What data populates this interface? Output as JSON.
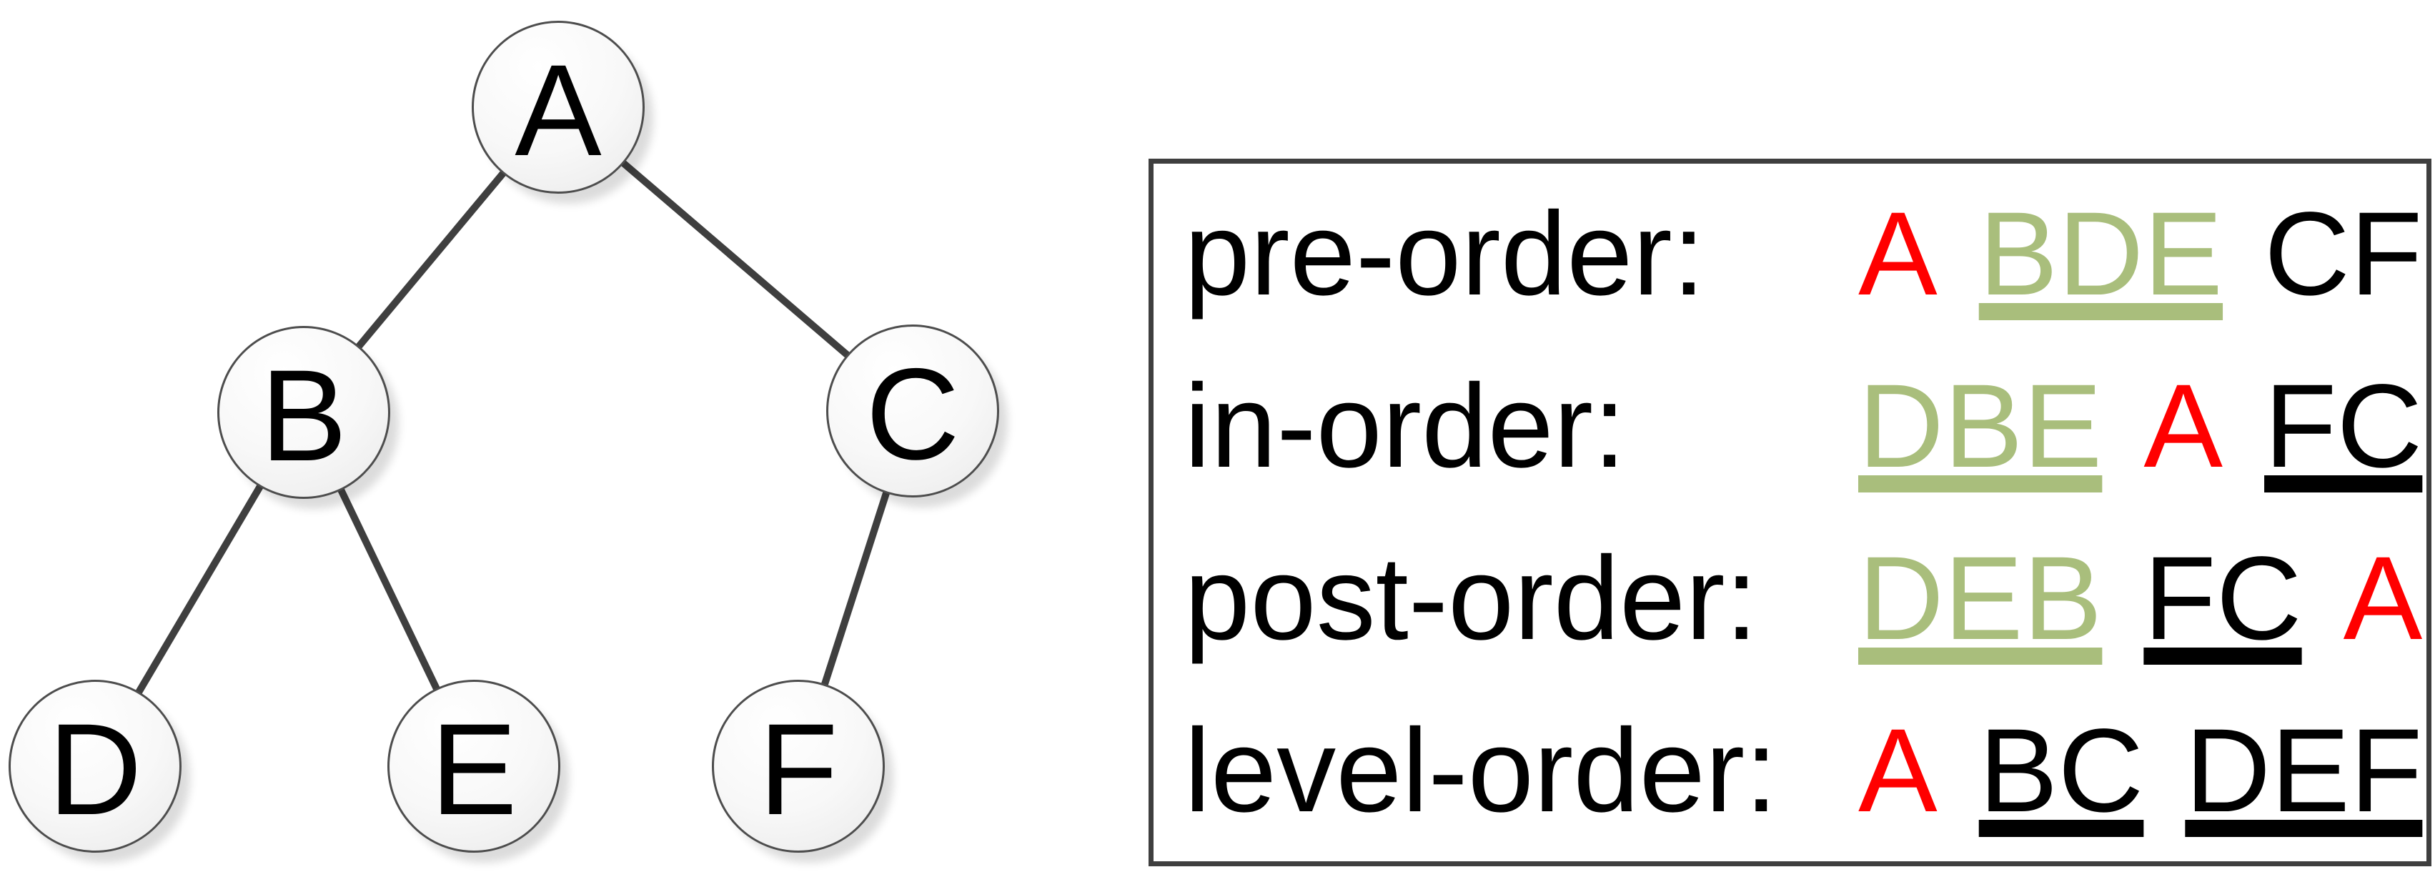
{
  "colors": {
    "red": "#ff0000",
    "olive": "#a9be7c",
    "black": "#000000",
    "edge": "#3f3f3f",
    "node_border": "#4d4d4d",
    "panel_border": "#3f3f3f"
  },
  "tree": {
    "nodes": [
      "A",
      "B",
      "C",
      "D",
      "E",
      "F"
    ],
    "edges": [
      [
        "A",
        "B"
      ],
      [
        "A",
        "C"
      ],
      [
        "B",
        "D"
      ],
      [
        "B",
        "E"
      ],
      [
        "C",
        "F"
      ]
    ]
  },
  "panel": {
    "rows": [
      {
        "label": "pre-order:",
        "groups": [
          {
            "text": "A",
            "color": "red",
            "underline": false
          },
          {
            "text": "BDE",
            "color": "olive",
            "underline": true
          },
          {
            "text": "CF",
            "color": "black",
            "underline": false
          }
        ]
      },
      {
        "label": "in-order:",
        "groups": [
          {
            "text": "DBE",
            "color": "olive",
            "underline": true
          },
          {
            "text": "A",
            "color": "red",
            "underline": false
          },
          {
            "text": "FC",
            "color": "black",
            "underline": true
          }
        ]
      },
      {
        "label": "post-order:",
        "groups": [
          {
            "text": "DEB",
            "color": "olive",
            "underline": true
          },
          {
            "text": "FC",
            "color": "black",
            "underline": true
          },
          {
            "text": "A",
            "color": "red",
            "underline": false
          }
        ]
      },
      {
        "label": "level-order:",
        "groups": [
          {
            "text": "A",
            "color": "red",
            "underline": false
          },
          {
            "text": "BC",
            "color": "black",
            "underline": true
          },
          {
            "text": "DEF",
            "color": "black",
            "underline": true
          }
        ]
      }
    ]
  }
}
